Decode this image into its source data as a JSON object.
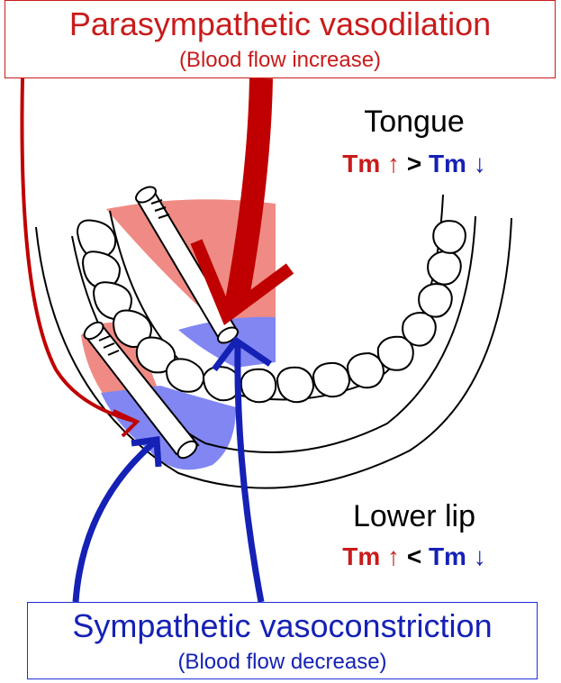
{
  "parasympathetic": {
    "title": "Parasympathetic vasodilation",
    "subtitle": "(Blood flow increase)"
  },
  "sympathetic": {
    "title": "Sympathetic vasoconstriction",
    "subtitle": "(Blood flow decrease)"
  },
  "tongue": {
    "label": "Tongue",
    "tm_up": "Tm ↑",
    "operator": ">",
    "tm_down": "Tm ↓"
  },
  "lower_lip": {
    "label": "Lower lip",
    "tm_up": "Tm ↑",
    "operator": "<",
    "tm_down": "Tm ↓"
  },
  "colors": {
    "vasodilation_red": "#c91b1b",
    "vasoconstriction_blue": "#1521b5",
    "dilation_region": "#ef8b84",
    "constriction_region": "#8186f2"
  }
}
